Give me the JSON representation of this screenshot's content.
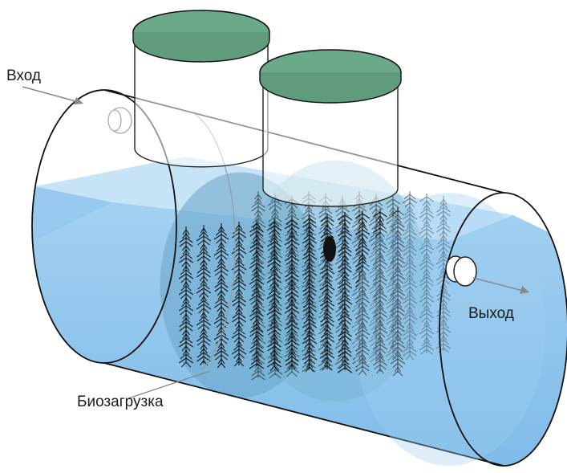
{
  "labels": {
    "inlet": "Вход",
    "outlet": "Выход",
    "bioload": "Биозагрузка"
  },
  "colors": {
    "lid": "#6aaa8a",
    "water_light": "#cfe6f7",
    "water_mid": "#9dcdf0",
    "water_dark": "#5a9bd4",
    "outline": "#111111",
    "brush": "#111111",
    "arrow": "#888888"
  }
}
